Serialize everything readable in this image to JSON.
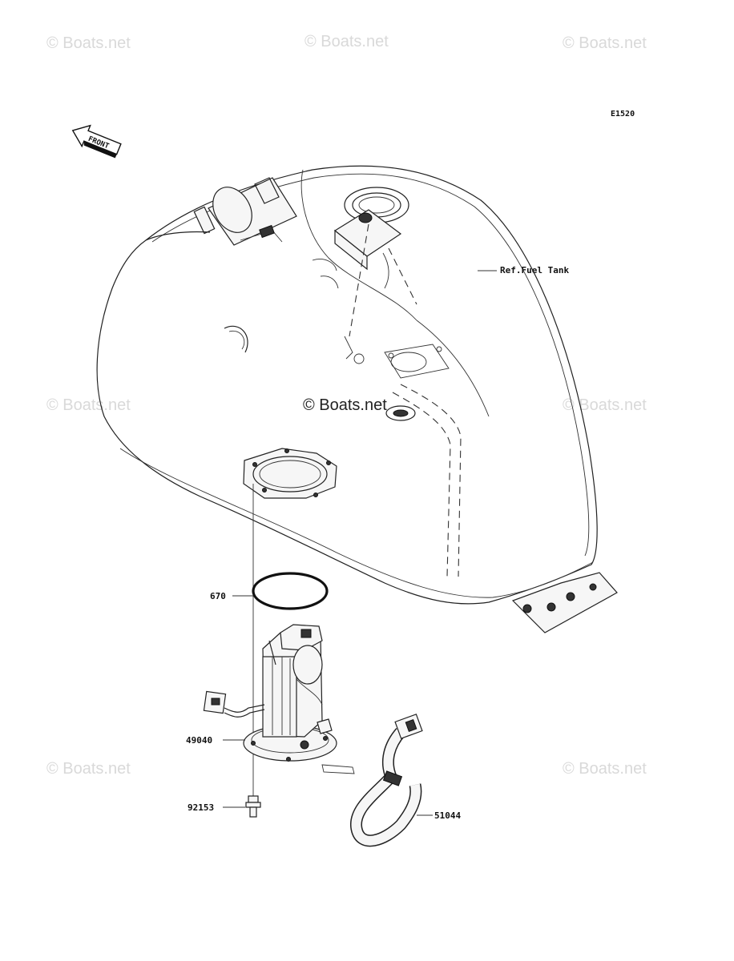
{
  "diagram_code": "E1520",
  "front_label": "FRONT",
  "watermark_text": "© Boats.net",
  "watermark_center": "© Boats.net",
  "callouts": {
    "fuel_tank": "Ref.Fuel Tank",
    "o_ring": "670",
    "fuel_pump": "49040",
    "bolt": "92153",
    "hose": "51044"
  }
}
